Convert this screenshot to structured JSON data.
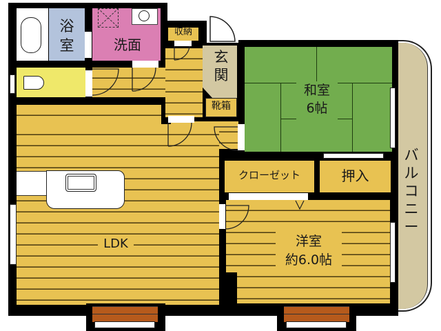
{
  "floorplan": {
    "rooms": [
      {
        "id": "bath",
        "label": "浴\n室",
        "color": "#b3c3dc"
      },
      {
        "id": "washroom",
        "label": "洗面",
        "color": "#db7fb3"
      },
      {
        "id": "storage",
        "label": "収納",
        "color": "#e8c252"
      },
      {
        "id": "entrance",
        "label": "玄\n関",
        "color": "#d3c8a2"
      },
      {
        "id": "shoe_box",
        "label": "靴箱",
        "color": "#e8c252"
      },
      {
        "id": "toilet",
        "label": "",
        "color": "#efe86a"
      },
      {
        "id": "japanese_room",
        "label": "和室\n6帖",
        "color": "#72ad4e"
      },
      {
        "id": "closet",
        "label": "クローゼット",
        "color": "#e8c252"
      },
      {
        "id": "oshiire",
        "label": "押入",
        "color": "#e8c252"
      },
      {
        "id": "ldk",
        "label": "LDK",
        "color": "#e8c252"
      },
      {
        "id": "western_room",
        "label": "洋室\n約6.0帖",
        "color": "#e8c252"
      },
      {
        "id": "balcony",
        "label": "バ\nル\nコ\nニ\nー",
        "color": "#d3c8a2"
      }
    ],
    "colors": {
      "wall": "#000000",
      "floor_wood": "#e8c252",
      "bay_window": "#b65a1c"
    }
  }
}
